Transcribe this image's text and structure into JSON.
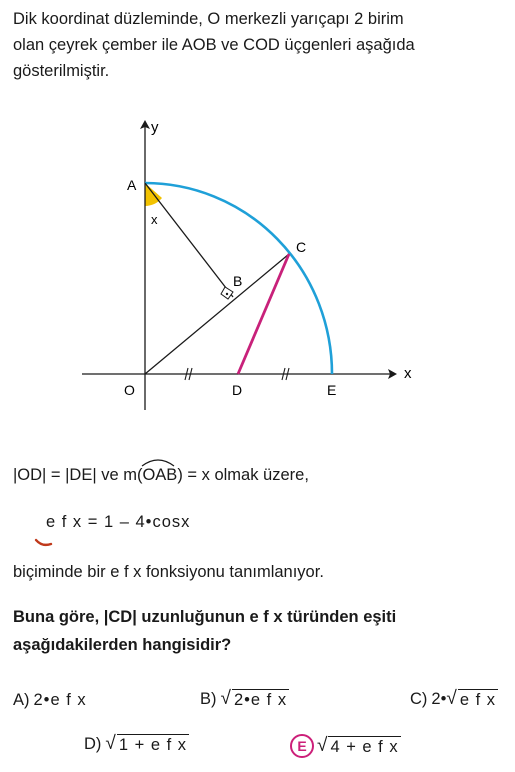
{
  "intro": {
    "line1": "Dik koordinat düzleminde,  O  merkezli yarıçapı  2  birim",
    "line2": "olan çeyrek çember ile  AOB  ve  COD  üçgenleri aşağıda",
    "line3": "gösterilmiştir."
  },
  "figure": {
    "labels": {
      "y_axis": "y",
      "x_axis": "x",
      "A": "A",
      "B": "B",
      "C": "C",
      "D": "D",
      "E": "E",
      "O": "O",
      "angle": "x"
    },
    "colors": {
      "arc": "#1fa0d8",
      "segment_CD": "#c8217a",
      "angle_fill": "#f2c200",
      "lines": "#1a1a1a"
    }
  },
  "condition": {
    "part1": "|OD| = |DE|  ve  m(",
    "arc_text": "OAB",
    "part2": ") = x  olmak üzere,"
  },
  "formula": {
    "text": "e f x = 1 – 4•cosx"
  },
  "definition": "biçiminde bir  e f x  fonksiyonu tanımlanıyor.",
  "question": {
    "line1": "Buna göre,  |CD|  uzunluğunun  e f x  türünden eşiti",
    "line2": "aşağıdakilerden hangisidir?"
  },
  "options": {
    "A": {
      "letter": "A)",
      "text": "2•e f x"
    },
    "B": {
      "letter": "B)",
      "radicand": "2•e f x"
    },
    "C": {
      "letter": "C)",
      "prefix": "2•",
      "radicand": "e f x"
    },
    "D": {
      "letter": "D)",
      "radicand": "1 + e f x"
    },
    "E": {
      "letter": "E",
      "radicand": "4 + e f x"
    }
  }
}
